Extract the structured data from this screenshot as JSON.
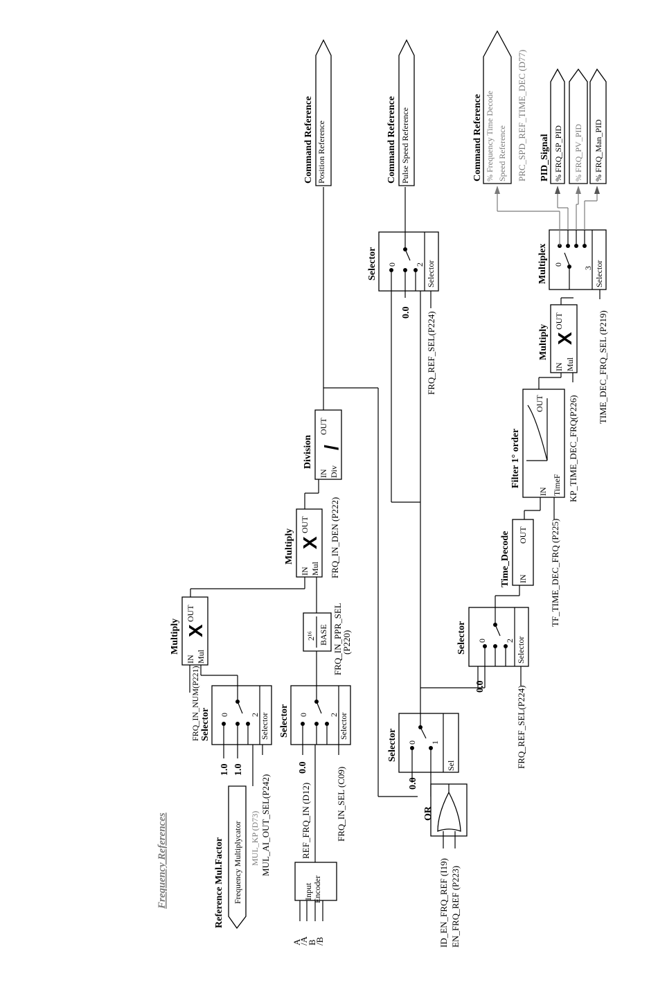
{
  "page_title": "Frequency References",
  "inputs": {
    "encoder_lines": [
      "A",
      "/A",
      "B",
      "/B"
    ],
    "encoder_block": [
      "Input",
      "Encoder"
    ],
    "ref_mul_factor_title": "Reference Mul.Factor",
    "ref_mul_factor_sub": "Frequency Multiplycator",
    "mul_kp": "MUL_KP (D73)",
    "mul_ai_out_sel": "MUL_AI_OUT_SEL(P242)",
    "ref_frq_in": "REF_FRQ_IN (D12)",
    "frq_in_sel": "FRQ_IN_SEL (C09)",
    "frq_in_num": "FRQ_IN_NUM(P221)",
    "frq_in_ppr_sel": "FRQ_IN_PPR_SEL",
    "frq_in_ppr_sel_code": "(P220)",
    "frq_in_den": "FRQ_IN_DEN (P222)",
    "id_en_frq_ref": "ID_EN_FRQ_REF (I19)",
    "en_frq_ref": "EN_FRQ_REF (P223)"
  },
  "blocks": {
    "selector": "Selector",
    "multiply": "Multiply",
    "division": "Division",
    "or_gate": "OR",
    "time_decode": "Time_Decode",
    "filter": "Filter 1° order",
    "multiplex": "Multiplex",
    "base_top": "2¹⁶",
    "base_bottom": "BASE",
    "port_in": "IN",
    "port_out": "OUT",
    "port_mul": "Mul",
    "port_div": "Div",
    "port_sel": "Sel",
    "port_timef": "TimeF",
    "sym_x": "X",
    "sym_div": "/",
    "const_10": "1.0",
    "const_00": "0.0",
    "pin_0": "0",
    "pin_1": "1",
    "pin_2": "2",
    "pin_3": "3"
  },
  "params": {
    "frq_ref_sel": "FRQ_REF_SEL(P224)",
    "tf_time_dec_frq": "TF_TIME_DEC_FRQ (P225)",
    "kp_time_dec_frq": "KP_TIME_DEC_FRQ(P226)",
    "time_dec_frq_sel": "TIME_DEC_FRQ_SEL (P219)"
  },
  "outputs": {
    "cmd_ref": "Command Reference",
    "position_ref": "Position Reference",
    "pulse_speed_ref": "Pulse Speed Reference",
    "freq_time_decode": "% Frequency Time Decode",
    "speed_ref": "Speed Reference",
    "prc_spd_ref": "PRC_SPD_REF_TIME_DEC (D77)",
    "pid_signal": "PID_Signal",
    "frq_sp_pid": "% FRQ_SP_PID",
    "frq_pv_pid": "% FRQ_PV_PID",
    "frq_man_pid": "% FRQ_Man_PID"
  }
}
